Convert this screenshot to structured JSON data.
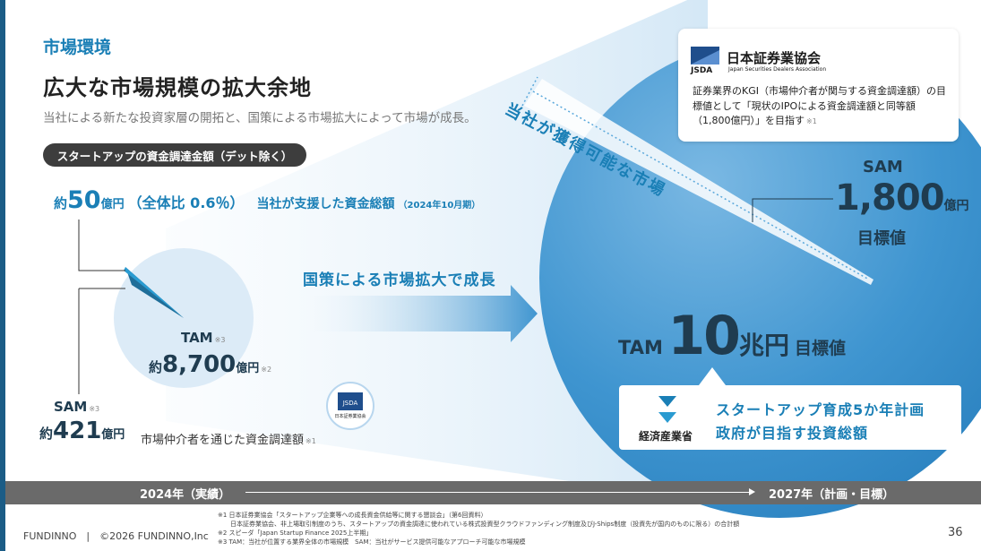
{
  "header": {
    "section": "市場環境",
    "title": "広大な市場規模の拡大余地",
    "subtitle": "当社による新たな投資家層の開拓と、国策による市場拡大によって市場が成長。"
  },
  "pill_label": "スタートアップの資金調達金額（デット除く）",
  "supported": {
    "prefix": "約",
    "value": "50",
    "unit": "億円",
    "share": "（全体比 0.6％）",
    "description": "当社が支援した資金総額",
    "period": "（2024年10月期）"
  },
  "left_tam": {
    "label": "TAM",
    "note": "※3",
    "prefix": "約",
    "value": "8,700",
    "unit": "億円",
    "value_note": "※2"
  },
  "left_sam": {
    "label": "SAM",
    "note": "※3",
    "prefix": "約",
    "value": "421",
    "unit": "億円",
    "description": "市場仲介者を通じた資金調達額",
    "desc_note": "※1"
  },
  "growth_text": "国策による市場拡大で成長",
  "obtainable_text": "当社が獲得可能な市場",
  "jsda": {
    "abbr": "JSDA",
    "name": "日本証券業協会",
    "name_en": "Japan Securities Dealers Association",
    "text": "証券業界のKGI（市場仲介者が関与する資金調達額）の目標値として「現状のIPOによる資金調達額と同等額（1,800億円）」を目指す",
    "note": "※1",
    "small_badge": "日本証券業協会"
  },
  "right_sam": {
    "label": "SAM",
    "value": "1,800",
    "unit": "億円",
    "target": "目標値"
  },
  "right_tam": {
    "label": "TAM",
    "value": "10",
    "unit": "兆円",
    "target": "目標値"
  },
  "meti": {
    "name": "経済産業省",
    "line1": "スタートアップ育成5か年計画",
    "line2": "政府が目指す投資総額"
  },
  "timeline": {
    "start": "2024年（実績）",
    "end": "2027年（計画・目標）"
  },
  "footer": {
    "brand": "FUNDINNO　|　©2026 FUNDINNO,Inc",
    "page": "36",
    "notes": [
      "※1 日本証券業協会「スタートアップ企業等への成長資金供給等に関する懇談会」（第6回資料）",
      "　　日本証券業協会、非上場取引制度のうち、スタートアップの資金調達に使われている株式投資型クラウドファンディング制度及びJ-Ships制度（投資先が国内のものに限る）の合計額",
      "※2 スピーダ「Japan Startup Finance 2025上半期」",
      "※3 TAM：当社が位置する業界全体の市場規模　SAM：当社がサービス提供可能なアプローチ可能な市場規模"
    ]
  },
  "colors": {
    "accent": "#1a7fb6",
    "dark_text": "#1f3c50",
    "big_circle": "#3f95d0",
    "small_circle": "#dcebf7",
    "timeline_bar": "#6a6a6a"
  }
}
